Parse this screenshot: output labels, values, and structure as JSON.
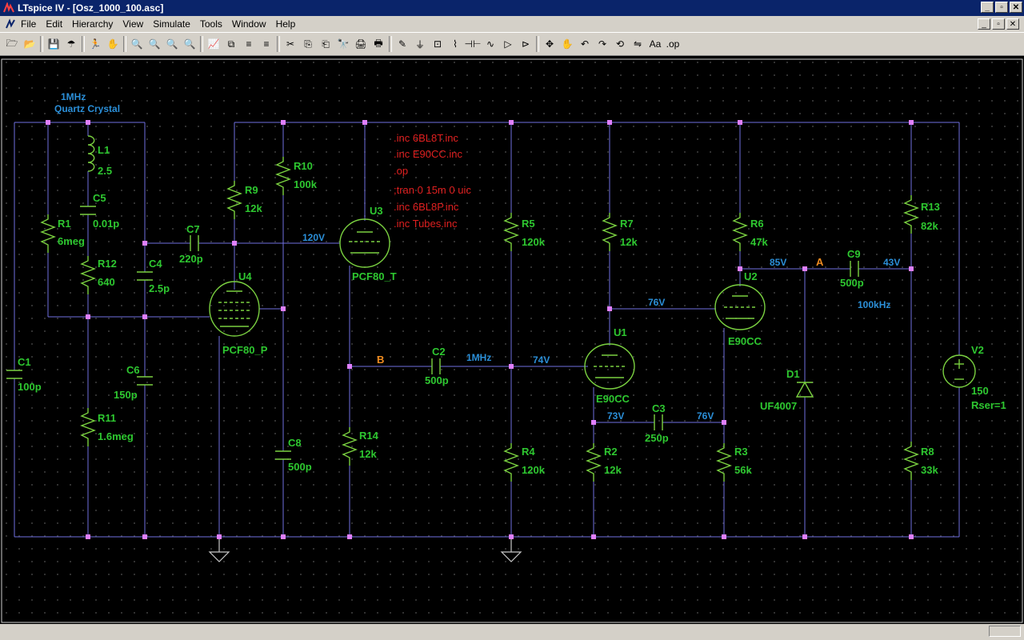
{
  "app": {
    "title": "LTspice IV - [Osz_1000_100.asc]"
  },
  "window_buttons": [
    "_",
    "▫",
    "✕"
  ],
  "menu": [
    "File",
    "Edit",
    "Hierarchy",
    "View",
    "Simulate",
    "Tools",
    "Window",
    "Help"
  ],
  "toolbar_icons": [
    "open-icon",
    "open-schematic-icon",
    "save-icon",
    "control-panel-icon",
    "run-icon",
    "halt-icon",
    "zoom-in-icon",
    "zoom-out-icon",
    "zoom-full-icon",
    "zoom-area-icon",
    "autorange-icon",
    "tile-icon",
    "cascade-icon",
    "close-icon",
    "delete-icon",
    "duplicate-icon",
    "copy-icon",
    "find-icon",
    "print-icon",
    "print-preview-icon",
    "wire-icon",
    "ground-icon",
    "label-icon",
    "resistor-icon",
    "capacitor-icon",
    "inductor-icon",
    "diode-icon",
    "component-icon",
    "move-icon",
    "drag-icon",
    "undo-icon",
    "redo-icon",
    "rotate-icon",
    "mirror-icon",
    "text-icon",
    "spice-directive-icon"
  ],
  "toolbar_glyphs": [
    "🗁",
    "📂",
    "💾",
    "☂",
    "🏃",
    "✋",
    "🔍",
    "🔍",
    "🔍",
    "🔍",
    "📈",
    "⧉",
    "≡",
    "≡",
    "✂",
    "⎘",
    "⎗",
    "🔭",
    "🖨",
    "🖶",
    "✎",
    "⏚",
    "⊡",
    "⌇",
    "⊣⊢",
    "∿",
    "▷",
    "⊳",
    "✥",
    "✋",
    "↶",
    "↷",
    "⟲",
    "⇋",
    "Aa",
    ".op"
  ],
  "components": {
    "L1": {
      "name": "L1",
      "value": "2.5"
    },
    "C5": {
      "name": "C5",
      "value": "0.01p"
    },
    "R1": {
      "name": "R1",
      "value": "6meg"
    },
    "R12": {
      "name": "R12",
      "value": "640"
    },
    "C4": {
      "name": "C4",
      "value": "2.5p"
    },
    "C1": {
      "name": "C1",
      "value": "100p"
    },
    "C6": {
      "name": "C6",
      "value": "150p"
    },
    "R11": {
      "name": "R11",
      "value": "1.6meg"
    },
    "C7": {
      "name": "C7",
      "value": "220p"
    },
    "R9": {
      "name": "R9",
      "value": "12k"
    },
    "R10": {
      "name": "R10",
      "value": "100k"
    },
    "U4": {
      "name": "U4",
      "value": "PCF80_P"
    },
    "C8": {
      "name": "C8",
      "value": "500p"
    },
    "U3": {
      "name": "U3",
      "value": "PCF80_T"
    },
    "R14": {
      "name": "R14",
      "value": "12k"
    },
    "C2": {
      "name": "C2",
      "value": "500p"
    },
    "R5": {
      "name": "R5",
      "value": "120k"
    },
    "R4": {
      "name": "R4",
      "value": "120k"
    },
    "R7": {
      "name": "R7",
      "value": "12k"
    },
    "U1": {
      "name": "U1",
      "value": "E90CC"
    },
    "R2": {
      "name": "R2",
      "value": "12k"
    },
    "C3": {
      "name": "C3",
      "value": "250p"
    },
    "R6": {
      "name": "R6",
      "value": "47k"
    },
    "U2": {
      "name": "U2",
      "value": "E90CC"
    },
    "R3": {
      "name": "R3",
      "value": "56k"
    },
    "C9": {
      "name": "C9",
      "value": "500p"
    },
    "D1": {
      "name": "D1",
      "value": "UF4007"
    },
    "R13": {
      "name": "R13",
      "value": "82k"
    },
    "R8": {
      "name": "R8",
      "value": "33k"
    },
    "V2": {
      "name": "V2",
      "value": "150",
      "extra": "Rser=1"
    }
  },
  "annotations": {
    "crystal_freq": "1MHz",
    "crystal_label": "Quartz Crystal",
    "v120": "120V",
    "v76a": "76V",
    "v74": "74V",
    "f1mhz": "1MHz",
    "v85": "85V",
    "v43": "43V",
    "f100k": "100kHz",
    "v73": "73V",
    "v76b": "76V"
  },
  "net_labels": {
    "A": "A",
    "B": "B"
  },
  "directives": [
    ".inc 6BL8T.inc",
    ".inc E90CC.inc",
    ".op",
    ";tran 0 15m 0 uic",
    ".inc 6BL8P.inc",
    ".inc Tubes.inc"
  ]
}
